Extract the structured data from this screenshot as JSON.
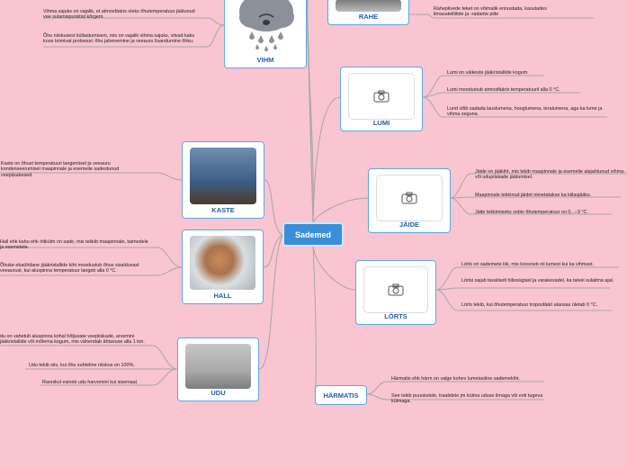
{
  "central": "Sademed",
  "nodes": {
    "vihm": "VIHM",
    "rahe": "RAHE",
    "lumi": "LUMI",
    "jaide": "JÄIDE",
    "lortс": "LÖRTS",
    "kaste": "KASTE",
    "hall": "HALL",
    "udu": "UDU",
    "harmatis": "HÄRMATIS"
  },
  "notes": {
    "vihm_1": "Vihma sajuks on vajalik, et atmosfääris oleks õhutemperatuur jäätunud vee sulamispunktist kõrgem.",
    "vihm_2": "Õhu niiskusest küllastumiseni, mis on vajalik vihma sajuks, viivad kaks koos toimivat protsessi: õhu jahenemine ja veeauru lisandumine õhku.",
    "rahe_1": "Rahepilvede teket on võimalik ennustada, kasutades ilmasatelliitide ja -radarite pilte",
    "lumi_1": "Lumi on väikeste jääkristallide kogum.",
    "lumi_2": "Lumi moodustub atmosfääris temperatuuril alla 0 °C.",
    "lumi_3": "Lund võib sadada lauslumena, hooglumena, teralumena, aga ka lume ja vihma seguna.",
    "jaide_1": "Jäide on jääkiht, mis tekib maapinnale ja esemeile alajahtunud vihma- või udupiiskade jäätumisel.",
    "jaide_2": "Maapinnale tekkinud jäidet nimetatakse ka kiilasjääks.",
    "jaide_3": "Jäite tekkimiseks sobiv õhutemperatuur on 0...–3 °C.",
    "lorts_1": "Lörts on sademete liik, mis koosneb nii lumest kui ka vihmast.",
    "lorts_2": "Lörtsi sajab tavaliselt hilissügisel ja varakevadel, ka talvel sulailma ajal.",
    "lorts_3": "Lörts tekib, kui õhutemperatuur troposfääri alaosas ületab 0 °C.",
    "kaste_1": "Kaste on õhust temperatuuri langemisel ja veeauru kondenseerumisel maapinnale ja esemeile sadestunud veepiisakesed.",
    "hall_1": "Hall ehk kahu ehk ötikülm on sade, mis tekkib maapinnale, taimedele ja esemetele.",
    "hall_2": "Õhuke ebaühtlane jääkristallide kiht moodustub õhus sisalduvast veeaurust, kui aluspinna temperatuur langeb alla 0 °C.",
    "udu_1": "du on vahetult aluspinna kohal hõljuvate veepiiskade, arvemini jääkristallide või mõlema kogum, mis vähendab ähtavuse alla 1 km.",
    "udu_2": "Udu tekib siis, kui õhu suhteline niiskus on 100%.",
    "udu_3": "Rannikul esineb udu harvemini kui sisemaal.",
    "harmatis_1": "Härmatis ehk härm on valge kohev lumetaoline sademekiht.",
    "harmatis_2": "See tekib puuokstele, traatidele jm külma uduse ilmaga või eriti tugeva külmaga."
  },
  "colors": {
    "background": "#f9c5d1",
    "accent": "#3a8fd9",
    "border": "#5aa9e6"
  },
  "icons": {
    "placeholder": "camera-icon",
    "weather": "rain-cloud-icon"
  }
}
